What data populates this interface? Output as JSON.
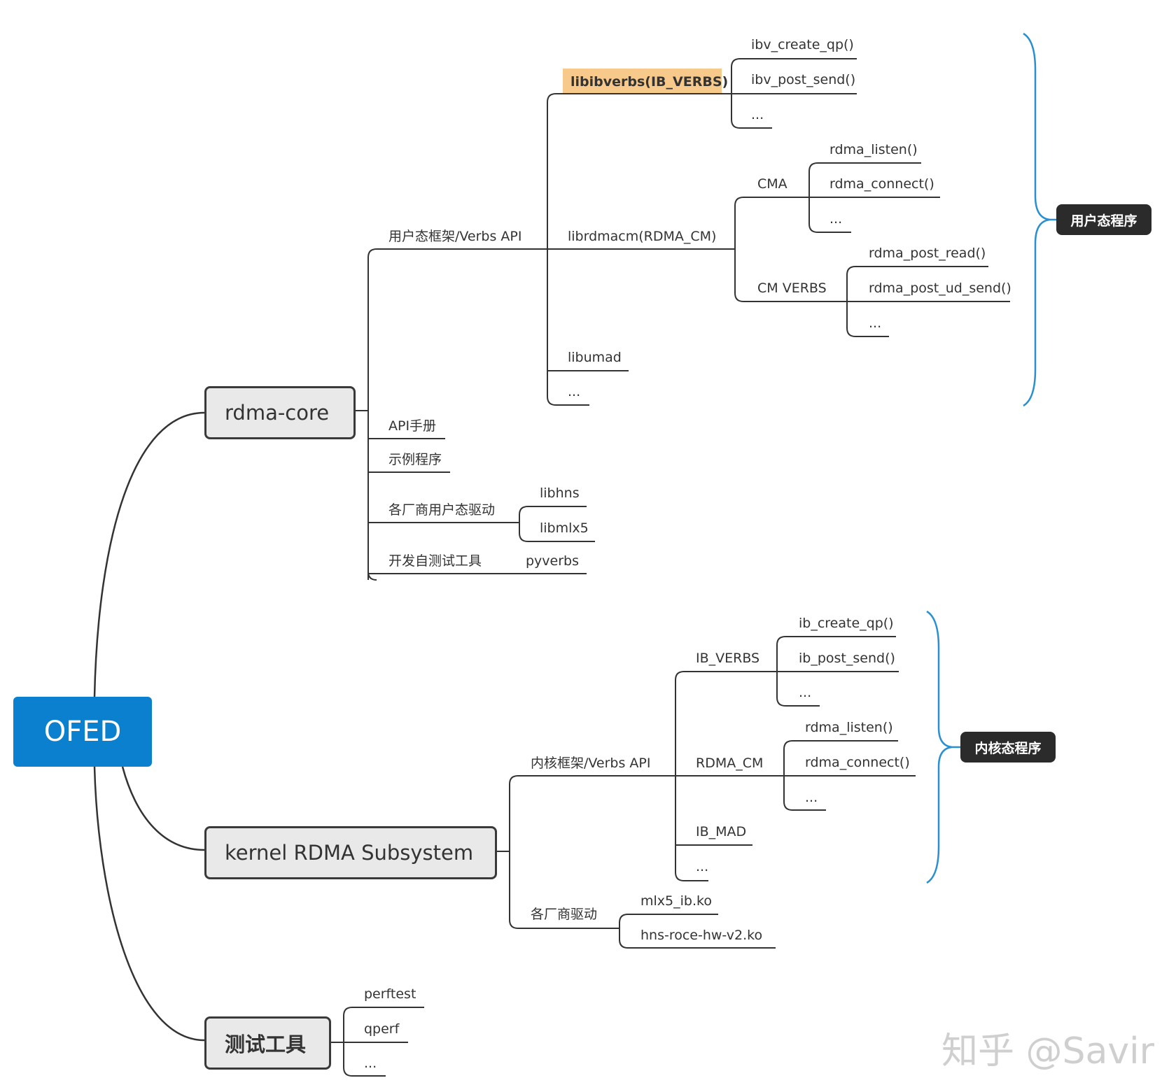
{
  "root": "OFED",
  "main": {
    "rdma_core": "rdma-core",
    "kernel": "kernel RDMA Subsystem",
    "test_tools": "测试工具"
  },
  "user": {
    "framework": "用户态框架/Verbs API",
    "libibverbs": "libibverbs(IB_VERBS)",
    "ibv_create_qp": "ibv_create_qp()",
    "ibv_post_send": "ibv_post_send()",
    "ibv_more": "...",
    "librdmacm": "librdmacm(RDMA_CM)",
    "cma": "CMA",
    "rdma_listen": "rdma_listen()",
    "rdma_connect": "rdma_connect()",
    "cma_more": "...",
    "cm_verbs": "CM VERBS",
    "rdma_post_read": "rdma_post_read()",
    "rdma_post_ud_send": "rdma_post_ud_send()",
    "cmv_more": "...",
    "libumad": "libumad",
    "lib_more": "...",
    "api_manual": "API手册",
    "examples": "示例程序",
    "vendor_drivers": "各厂商用户态驱动",
    "libhns": "libhns",
    "libmlx5": "libmlx5",
    "dev_tools": "开发自测试工具",
    "pyverbs": "pyverbs",
    "tag": "用户态程序"
  },
  "kern": {
    "framework": "内核框架/Verbs API",
    "ib_verbs": "IB_VERBS",
    "ib_create_qp": "ib_create_qp()",
    "ib_post_send": "ib_post_send()",
    "ibv_more": "...",
    "rdma_cm": "RDMA_CM",
    "rdma_listen": "rdma_listen()",
    "rdma_connect": "rdma_connect()",
    "cm_more": "...",
    "ib_mad": "IB_MAD",
    "fw_more": "...",
    "vendor_drivers": "各厂商驱动",
    "mlx5_ib": "mlx5_ib.ko",
    "hns_roce": "hns-roce-hw-v2.ko",
    "tag": "内核态程序"
  },
  "tools": {
    "perftest": "perftest",
    "qperf": "qperf",
    "more": "..."
  },
  "watermark": "知乎 @Savir",
  "colors": {
    "root": "#0a80cf",
    "highlight": "#f7c98a",
    "bracket": "#2a8fd0",
    "tag": "#2b2b2b",
    "line": "#333333"
  }
}
